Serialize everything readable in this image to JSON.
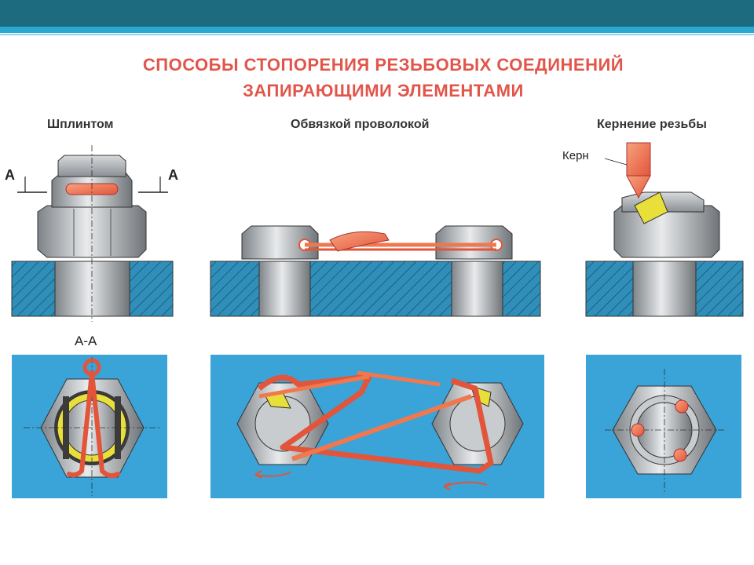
{
  "header": {
    "title_line1": "СПОСОБЫ  СТОПОРЕНИЯ  РЕЗЬБОВЫХ  СОЕДИНЕНИЙ",
    "title_line2": "ЗАПИРАЮЩИМИ  ЭЛЕМЕНТАМИ"
  },
  "sections": {
    "cotter": {
      "label": "Шплинтом",
      "mark_left": "А",
      "mark_right": "А",
      "section_label": "А-А"
    },
    "wire": {
      "label": "Обвязкой проволокой"
    },
    "punch": {
      "label": "Кернение резьбы",
      "core_label": "Керн"
    }
  },
  "colors": {
    "header_dark": "#1c6b7e",
    "header_light": "#2aa8cf",
    "title": "#e2554a",
    "part_fill": "#2f8fb8",
    "metal": "#c8ccd0",
    "wire": "#f0784f",
    "lock_yellow": "#e8df3a",
    "panel_blue": "#3aa3d8"
  }
}
